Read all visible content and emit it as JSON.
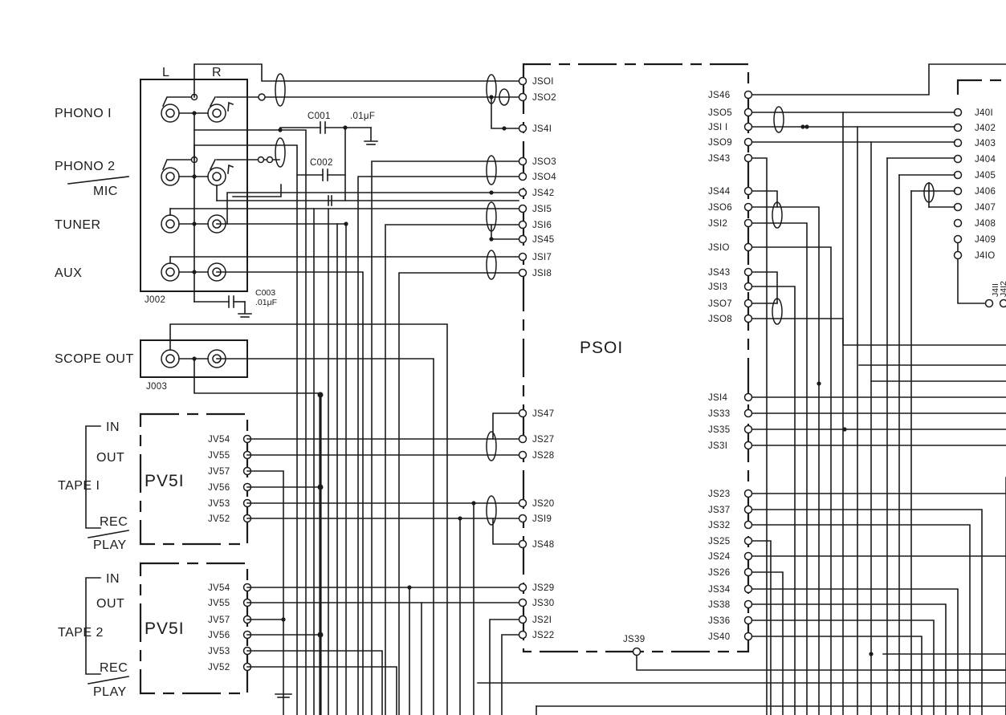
{
  "jacks": {
    "channel_l": "L",
    "channel_r": "R",
    "phono1": "PHONO  I",
    "phono2": "PHONO 2",
    "mic": "MIC",
    "tuner": "TUNER",
    "aux": "AUX",
    "j002": "J002",
    "scope_out": "SCOPE OUT",
    "j003": "J003"
  },
  "capacitors": {
    "c001": "C001",
    "c001_value": ".01μF",
    "c002": "C002",
    "c003": "C003",
    "c003_value": ".01μF"
  },
  "tape": {
    "in": "IN",
    "out": "OUT",
    "tape1": "TAPE  I",
    "tape2": "TAPE  2",
    "rec": "REC",
    "play": "PLAY",
    "board": "PV5I",
    "pins": [
      "JV54",
      "JV55",
      "JV57",
      "JV56",
      "JV53",
      "JV52"
    ]
  },
  "ps01": {
    "title": "PSOI",
    "left_pins": [
      "JSOI",
      "JSO2",
      "JS4I",
      "JSO3",
      "JSO4",
      "JS42",
      "JSI5",
      "JSI6",
      "JS45",
      "JSI7",
      "JSI8",
      "JS47",
      "JS27",
      "JS28",
      "JS20",
      "JSI9",
      "JS48",
      "JS29",
      "JS30",
      "JS2I",
      "JS22"
    ],
    "bottom_pin": "JS39",
    "right_pins": [
      "JS46",
      "JSO5",
      "JSI I",
      "JSO9",
      "JS43",
      "JS44",
      "JSO6",
      "JSI2",
      "JSIO",
      "JS43",
      "JSI3",
      "JSO7",
      "JSO8",
      "JSI4",
      "JS33",
      "JS35",
      "JS3I",
      "JS23",
      "JS37",
      "JS32",
      "JS25",
      "JS24",
      "JS26",
      "JS34",
      "JS38",
      "JS36",
      "JS40"
    ]
  },
  "j4": {
    "pins": [
      "J40I",
      "J402",
      "J403",
      "J404",
      "J405",
      "J406",
      "J407",
      "J408",
      "J409",
      "J4IO"
    ],
    "pin_411": "J4II",
    "pin_412": "J4I2"
  }
}
